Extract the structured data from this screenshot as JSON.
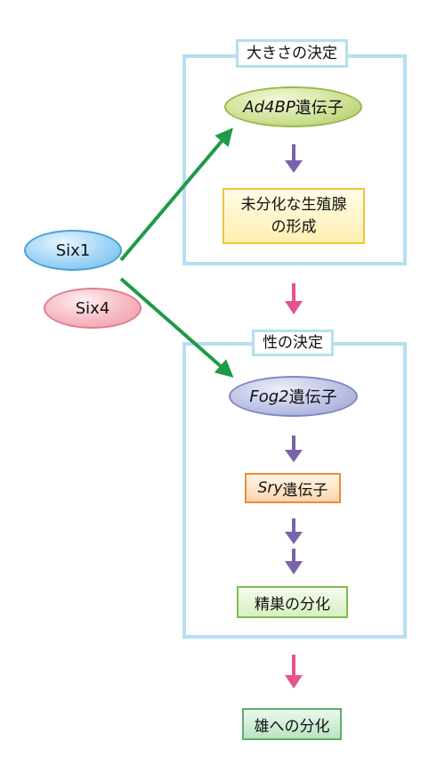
{
  "size_panel": {
    "title": "大きさの決定",
    "gene_ad4bp": {
      "italic": "Ad4BP",
      "suffix": "遺伝子"
    },
    "gonad_line1": "未分化な生殖腺",
    "gonad_line2": "の形成"
  },
  "sex_panel": {
    "title": "性の決定",
    "gene_fog2": {
      "italic": "Fog2",
      "suffix": "遺伝子"
    },
    "gene_sry": {
      "italic": "Sry",
      "suffix": "遺伝子"
    },
    "testis": "精巣の分化"
  },
  "six1": "Six1",
  "six4": "Six4",
  "male": "雄への分化",
  "colors": {
    "panel_border": "#b7def0",
    "green_arrow": "#1f9a48",
    "purple_arrow": "#7a63ac",
    "pink_arrow": "#e4548f"
  }
}
